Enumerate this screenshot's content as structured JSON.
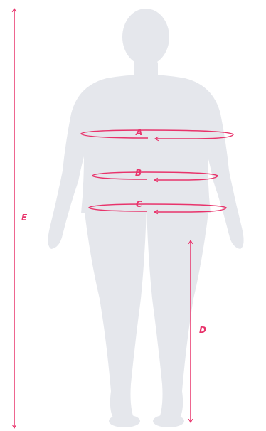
{
  "colors": {
    "accent": "#e8336b",
    "silhouette": "#e5e7ec",
    "background": "#ffffff"
  },
  "measurements": [
    {
      "id": "A",
      "label": "A"
    },
    {
      "id": "B",
      "label": "B"
    },
    {
      "id": "C",
      "label": "C"
    },
    {
      "id": "D",
      "label": "D"
    },
    {
      "id": "E",
      "label": "E"
    }
  ]
}
